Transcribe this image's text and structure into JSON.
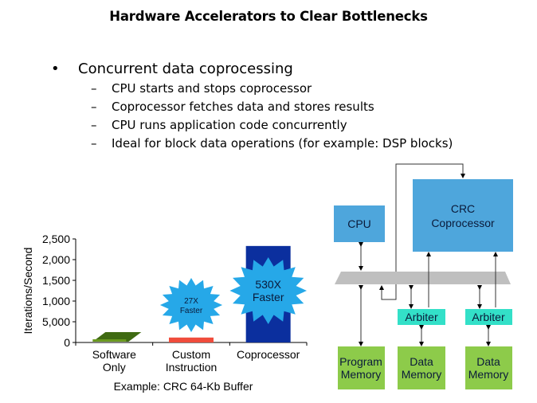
{
  "slide": {
    "title": "Hardware Accelerators to Clear Bottlenecks",
    "bullet": {
      "marker": "•",
      "text": "Concurrent data coprocessing",
      "sub_marker": "–",
      "subitems": [
        "CPU starts and stops coprocessor",
        "Coprocessor fetches data and stores results",
        "CPU runs application code concurrently",
        "Ideal for block data operations (for example: DSP blocks)"
      ]
    }
  },
  "chart_data": {
    "type": "bar",
    "title": "",
    "xlabel": "Example: CRC 64-Kb Buffer",
    "ylabel": "Iterations/Second",
    "categories": [
      [
        "Software",
        "Only"
      ],
      [
        "Custom",
        "Instruction"
      ],
      [
        "Coprocessor"
      ]
    ],
    "values": [
      4.4,
      119,
      2330
    ],
    "ytick_labels": [
      "0",
      "5,000",
      "1,000",
      "1,500",
      "2,000",
      "2,500"
    ],
    "ytick_values": [
      0,
      500,
      1000,
      1500,
      2000,
      2500
    ],
    "ylim": [
      0,
      2500
    ],
    "grid": false,
    "colors": [
      "#3f6a12",
      "#f04c3c",
      "#0b2f9e"
    ],
    "annotations": [
      {
        "category": 1,
        "lines": [
          "27X",
          "Faster"
        ],
        "color": "#26a8e8"
      },
      {
        "category": 2,
        "lines": [
          "530X",
          "Faster"
        ],
        "color": "#26a8e8"
      }
    ]
  },
  "diagram": {
    "cpu": "CPU",
    "coprocessor": [
      "CRC",
      "Coprocessor"
    ],
    "arbiters": [
      "Arbiter",
      "Arbiter"
    ],
    "memories": [
      [
        "Program",
        "Memory"
      ],
      [
        "Data",
        "Memory"
      ],
      [
        "Data",
        "Memory"
      ]
    ],
    "colors": {
      "blue": "#4ea6dc",
      "bus": "#bfbfbf",
      "arbiter": "#33e0c8",
      "memory": "#8dcb4a"
    }
  }
}
